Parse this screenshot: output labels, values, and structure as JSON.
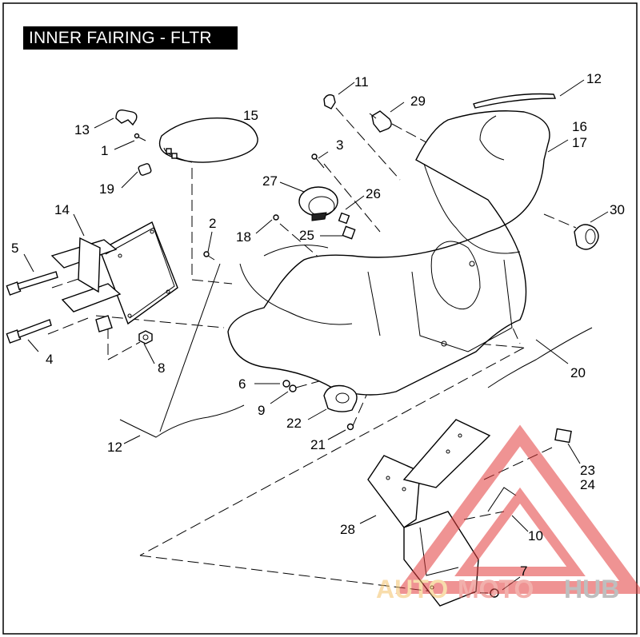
{
  "title": "INNER FAIRING - FLTR",
  "callouts": [
    "1",
    "2",
    "3",
    "4",
    "5",
    "6",
    "7",
    "8",
    "9",
    "10",
    "11",
    "12",
    "12",
    "13",
    "14",
    "15",
    "16",
    "17",
    "18",
    "19",
    "20",
    "21",
    "22",
    "23",
    "24",
    "25",
    "26",
    "27",
    "28",
    "29",
    "30"
  ],
  "watermark": {
    "part1": "AUTO",
    "part2": "MOTO",
    "part3": "HUB",
    "colors": {
      "triangle": "#e23c3c",
      "auto": "#f4c26a",
      "moto": "#e9706a",
      "hub": "#8a8a8a"
    }
  }
}
